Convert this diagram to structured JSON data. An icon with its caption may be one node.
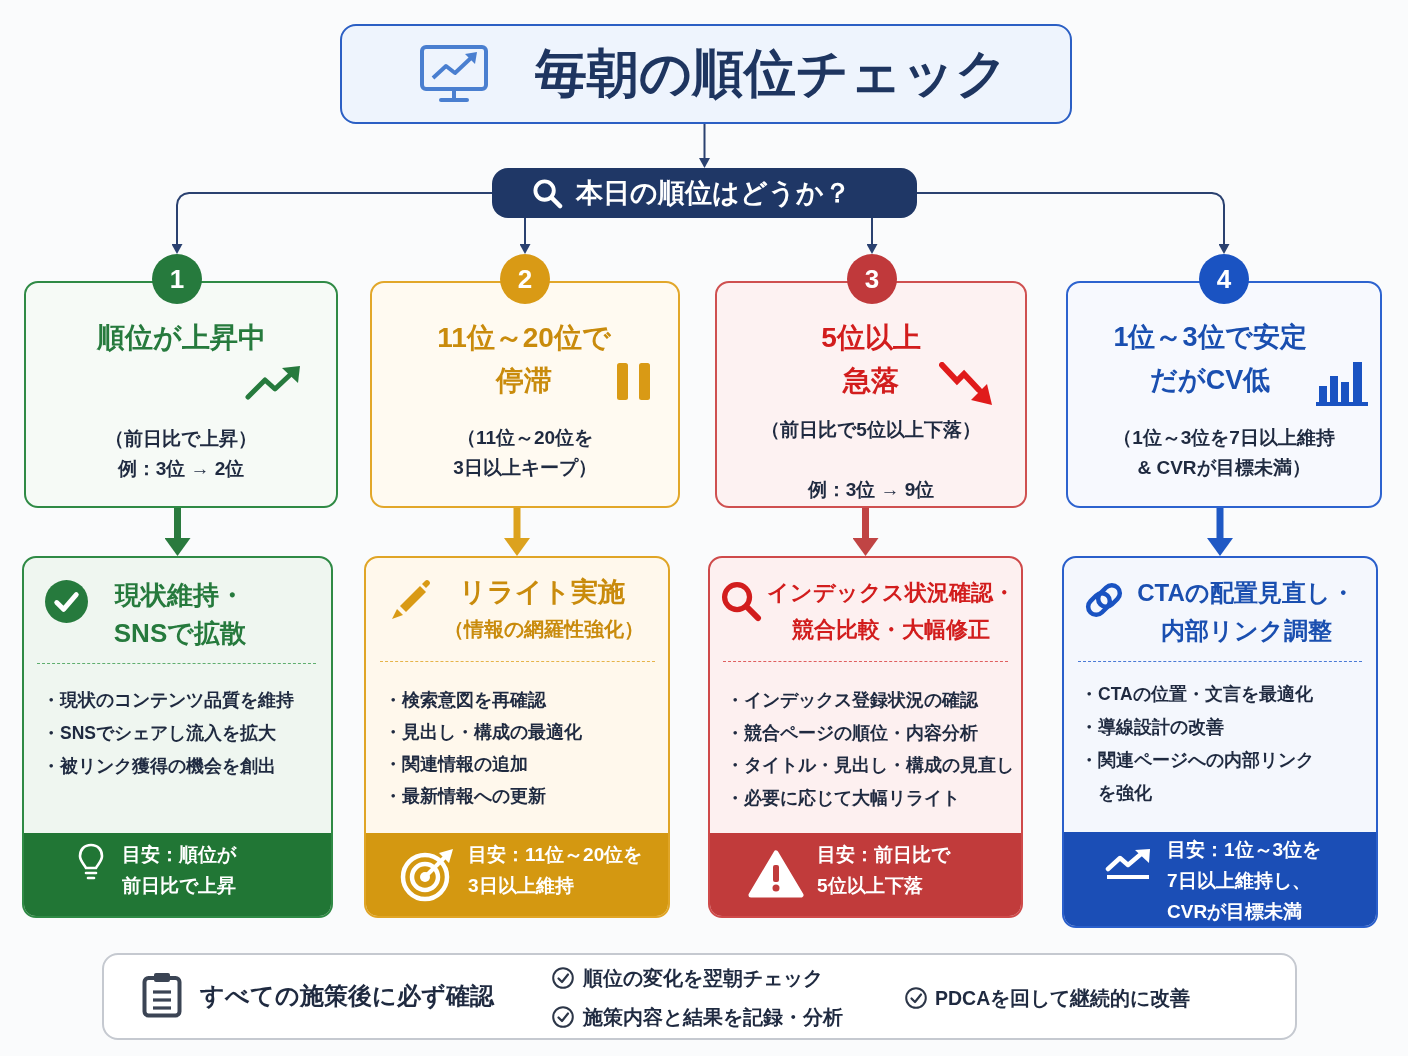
{
  "diagram": {
    "nodes": [
      {
        "text": [
          "毎朝の順位チェック"
        ]
      },
      {
        "text": [
          "本日の順位はどうか？"
        ]
      },
      {
        "text": [
          "1"
        ]
      },
      {
        "text": [
          "2"
        ]
      },
      {
        "text": [
          "3"
        ]
      },
      {
        "text": [
          "4"
        ]
      },
      {
        "text": [
          "順位が上昇中",
          "（前日比で上昇）",
          "例：3位 → 2位"
        ]
      },
      {
        "text": [
          "11位～20位で停滞",
          "（11位～20位を3日以上キープ）"
        ]
      },
      {
        "text": [
          "5位以上急落",
          "（前日比で5位以上下落）",
          "例：3位 → 9位"
        ]
      },
      {
        "text": [
          "1位～3位で安定だがCV低",
          "（1位～3位を7日以上維持& CVRが目標未満）"
        ]
      },
      {
        "text": [
          "現状維持・SNSで拡散",
          "・現状のコンテンツ品質を維持",
          "・SNSでシェアし流入を拡大",
          "・被リンク獲得の機会を創出"
        ]
      },
      {
        "text": [
          "目安：順位が前日比で上昇"
        ],
        "in": 10
      },
      {
        "text": [
          "リライト実施",
          "（情報の網羅性強化）",
          "・検索意図を再確認",
          "・見出し・構成の最適化",
          "・関連情報の追加",
          "・最新情報への更新"
        ]
      },
      {
        "text": [
          "目安：11位～20位を3日以上維持"
        ],
        "in": 12
      },
      {
        "text": [
          "インデックス状況確認・競合比較・大幅修正",
          "・インデックス登録状況の確認",
          "・競合ページの順位・内容分析",
          "・タイトル・見出し・構成の見直し",
          "・必要に応じて大幅リライト"
        ]
      },
      {
        "text": [
          "目安：前日比で5位以上下落"
        ],
        "in": 14
      },
      {
        "text": [
          "CTAの配置見直し・内部リンク調整",
          "・CTAの位置・文言を最適化",
          "・導線設計の改善",
          "・関連ページへの内部リンクを強化"
        ]
      },
      {
        "text": [
          "目安：1位～3位を7日以上維持し、CVRが目標未満"
        ],
        "in": 16
      },
      {
        "text": [
          "すべての施策後に必ず確認",
          "順位の変化を翌朝チェック",
          "施策内容と結果を記録・分析",
          "PDCAを回して継続的に改善"
        ]
      }
    ],
    "edges": [
      {
        "from": 0,
        "to": 1,
        "arrow": "to"
      },
      {
        "from": 1,
        "to": 2,
        "arrow": "to"
      },
      {
        "from": 1,
        "to": 3,
        "arrow": "to"
      },
      {
        "from": 1,
        "to": 4,
        "arrow": "to"
      },
      {
        "from": 1,
        "to": 5,
        "arrow": "to"
      },
      {
        "from": 6,
        "to": 10,
        "arrow": "to",
        "style": "thick",
        "color": "#2a7a3e"
      },
      {
        "from": 7,
        "to": 12,
        "arrow": "to",
        "style": "thick",
        "color": "#dca21e"
      },
      {
        "from": 8,
        "to": 14,
        "arrow": "to",
        "style": "thick",
        "color": "#c04444"
      },
      {
        "from": 9,
        "to": 16,
        "arrow": "to",
        "style": "thick",
        "color": "#1f58c4"
      }
    ]
  }
}
